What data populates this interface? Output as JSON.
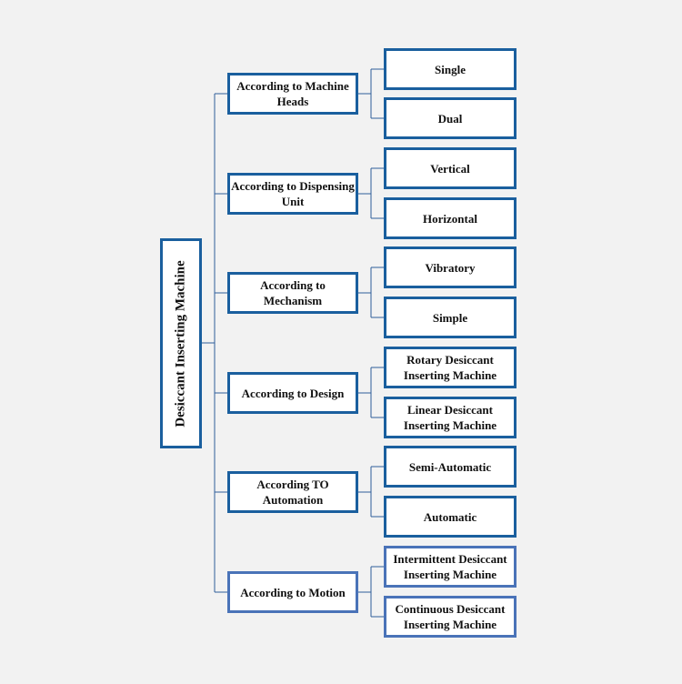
{
  "diagram": {
    "root": "Desiccant Inserting Machine",
    "colors": {
      "border": "#1a5f9e",
      "border_light": "#4a73b8",
      "line": "#2f5d9a",
      "background": "#f2f2f2"
    },
    "categories": [
      {
        "label": "According to Machine Heads",
        "children": [
          "Single",
          "Dual"
        ]
      },
      {
        "label": "According to Dispensing Unit",
        "children": [
          "Vertical",
          "Horizontal"
        ]
      },
      {
        "label": "According to Mechanism",
        "children": [
          "Vibratory",
          "Simple"
        ]
      },
      {
        "label": "According to Design",
        "children": [
          "Rotary Desiccant Inserting Machine",
          "Linear Desiccant Inserting Machine"
        ]
      },
      {
        "label": "According TO Automation",
        "children": [
          "Semi-Automatic",
          "Automatic"
        ]
      },
      {
        "label": "According to Motion",
        "children": [
          "Intermittent Desiccant Inserting Machine",
          "Continuous Desiccant Inserting Machine"
        ]
      }
    ]
  }
}
